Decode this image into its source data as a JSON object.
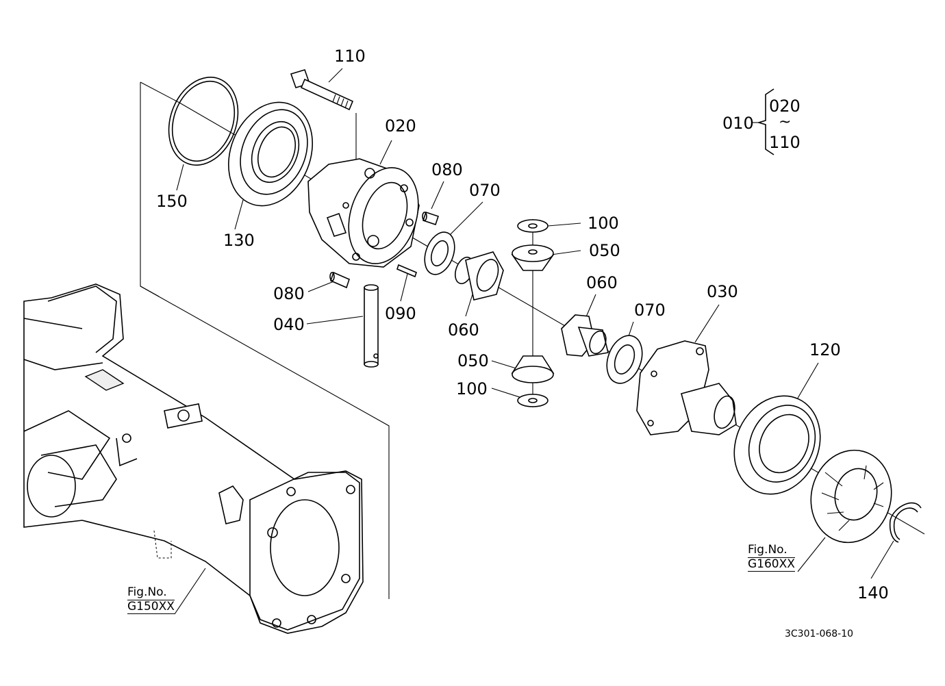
{
  "part_numbers": {
    "p110_top": "110",
    "p020": "020",
    "p080_top": "080",
    "p070_top": "070",
    "p150": "150",
    "p130": "130",
    "p100_top": "100",
    "p050_top": "050",
    "p060_right": "060",
    "p080_bottom": "080",
    "p040": "040",
    "p090": "090",
    "p060_left": "060",
    "p070_right": "070",
    "p030": "030",
    "p120": "120",
    "p050_bottom": "050",
    "p100_bottom": "100",
    "p140": "140"
  },
  "assembly_key": {
    "parent": "010",
    "from": "020",
    "separator": "~",
    "to": "110"
  },
  "figure_refs": {
    "left": {
      "label": "Fig.No.",
      "ref": "G150XX"
    },
    "right": {
      "label": "Fig.No.",
      "ref": "G160XX"
    }
  },
  "drawing_code": "3C301-068-10"
}
